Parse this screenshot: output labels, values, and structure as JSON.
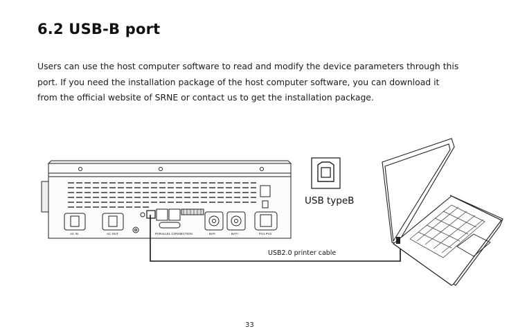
{
  "section": {
    "title": "6.2 USB-B port",
    "paragraph_lines": [
      "Users can use the host computer software to read and modify the device parameters through this",
      "port. If you need the installation package of the host computer software, you can download it",
      "from the official website of SRNE or contact us to get the installation package."
    ]
  },
  "figure": {
    "usb_label": "USB typeB",
    "cable_label": "USB2.0 printer cable",
    "inverter_labels": {
      "ac_in": "AC IN",
      "ac_out": "AC OUT",
      "parallel": "PARALLEL CONNECTION",
      "bat_minus": "BAT-",
      "bat_plus": "BAT+",
      "pv": "PV1  PV2"
    }
  },
  "page": {
    "number": "33"
  }
}
